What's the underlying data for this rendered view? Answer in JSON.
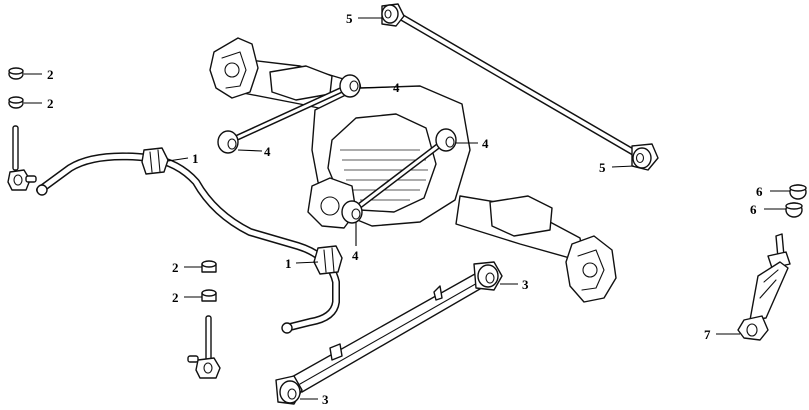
{
  "callouts": {
    "c1_top": "1",
    "c1_bottom": "1",
    "c2_a": "2",
    "c2_b": "2",
    "c2_c": "2",
    "c2_d": "2",
    "c3_top": "3",
    "c3_bottom": "3",
    "c4_a": "4",
    "c4_b": "4",
    "c4_c": "4",
    "c4_d": "4",
    "c5_top": "5",
    "c5_bottom": "5",
    "c6_a": "6",
    "c6_b": "6",
    "c7": "7"
  }
}
